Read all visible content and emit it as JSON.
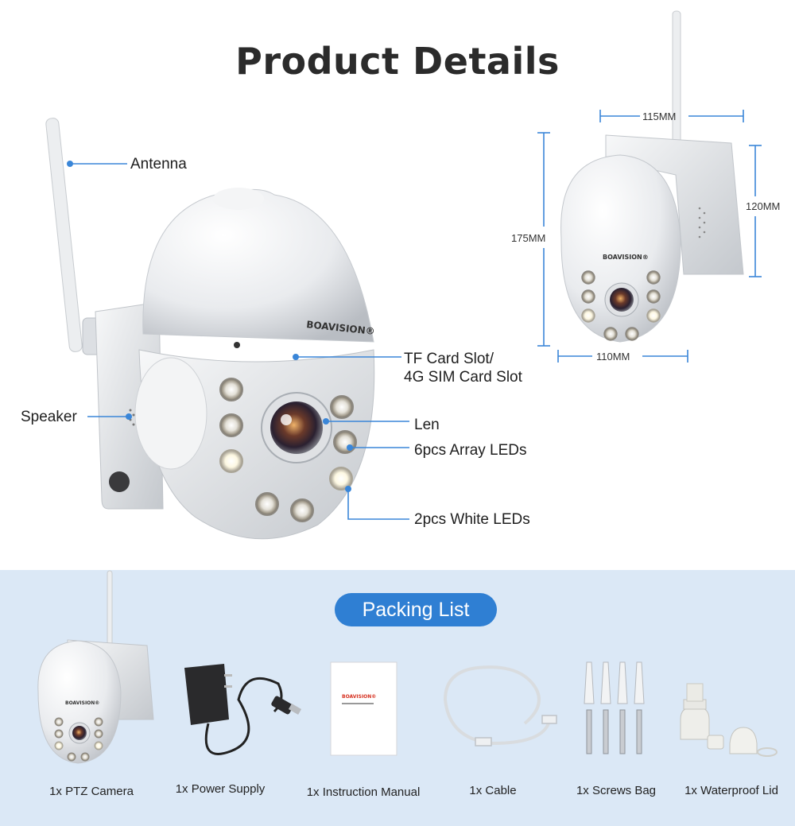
{
  "page": {
    "title": "Product Details"
  },
  "brand": {
    "name": "BOAVISION"
  },
  "callouts": {
    "antenna": "Antenna",
    "tf_card_line1": "TF Card Slot/",
    "tf_card_line2": "4G SIM Card Slot",
    "speaker": "Speaker",
    "len": "Len",
    "array_leds": "6pcs Array LEDs",
    "white_leds": "2pcs White LEDs"
  },
  "dimensions": {
    "width_top": "115MM",
    "height_right": "120MM",
    "height_left": "175MM",
    "width_bottom": "110MM"
  },
  "packing": {
    "title": "Packing List",
    "items": [
      {
        "label": "1x PTZ Camera",
        "icon": "ptz-camera-icon"
      },
      {
        "label": "1x Power Supply",
        "icon": "power-adapter-icon"
      },
      {
        "label": "1x Instruction Manual",
        "icon": "manual-icon"
      },
      {
        "label": "1x Cable",
        "icon": "network-cable-icon"
      },
      {
        "label": "1x Screws Bag",
        "icon": "screws-icon"
      },
      {
        "label": "1x Waterproof Lid",
        "icon": "waterproof-lid-icon"
      }
    ]
  },
  "colors": {
    "accent": "#2f7fd3",
    "callout_line": "#3a86d8",
    "band": "#dbe8f6"
  }
}
